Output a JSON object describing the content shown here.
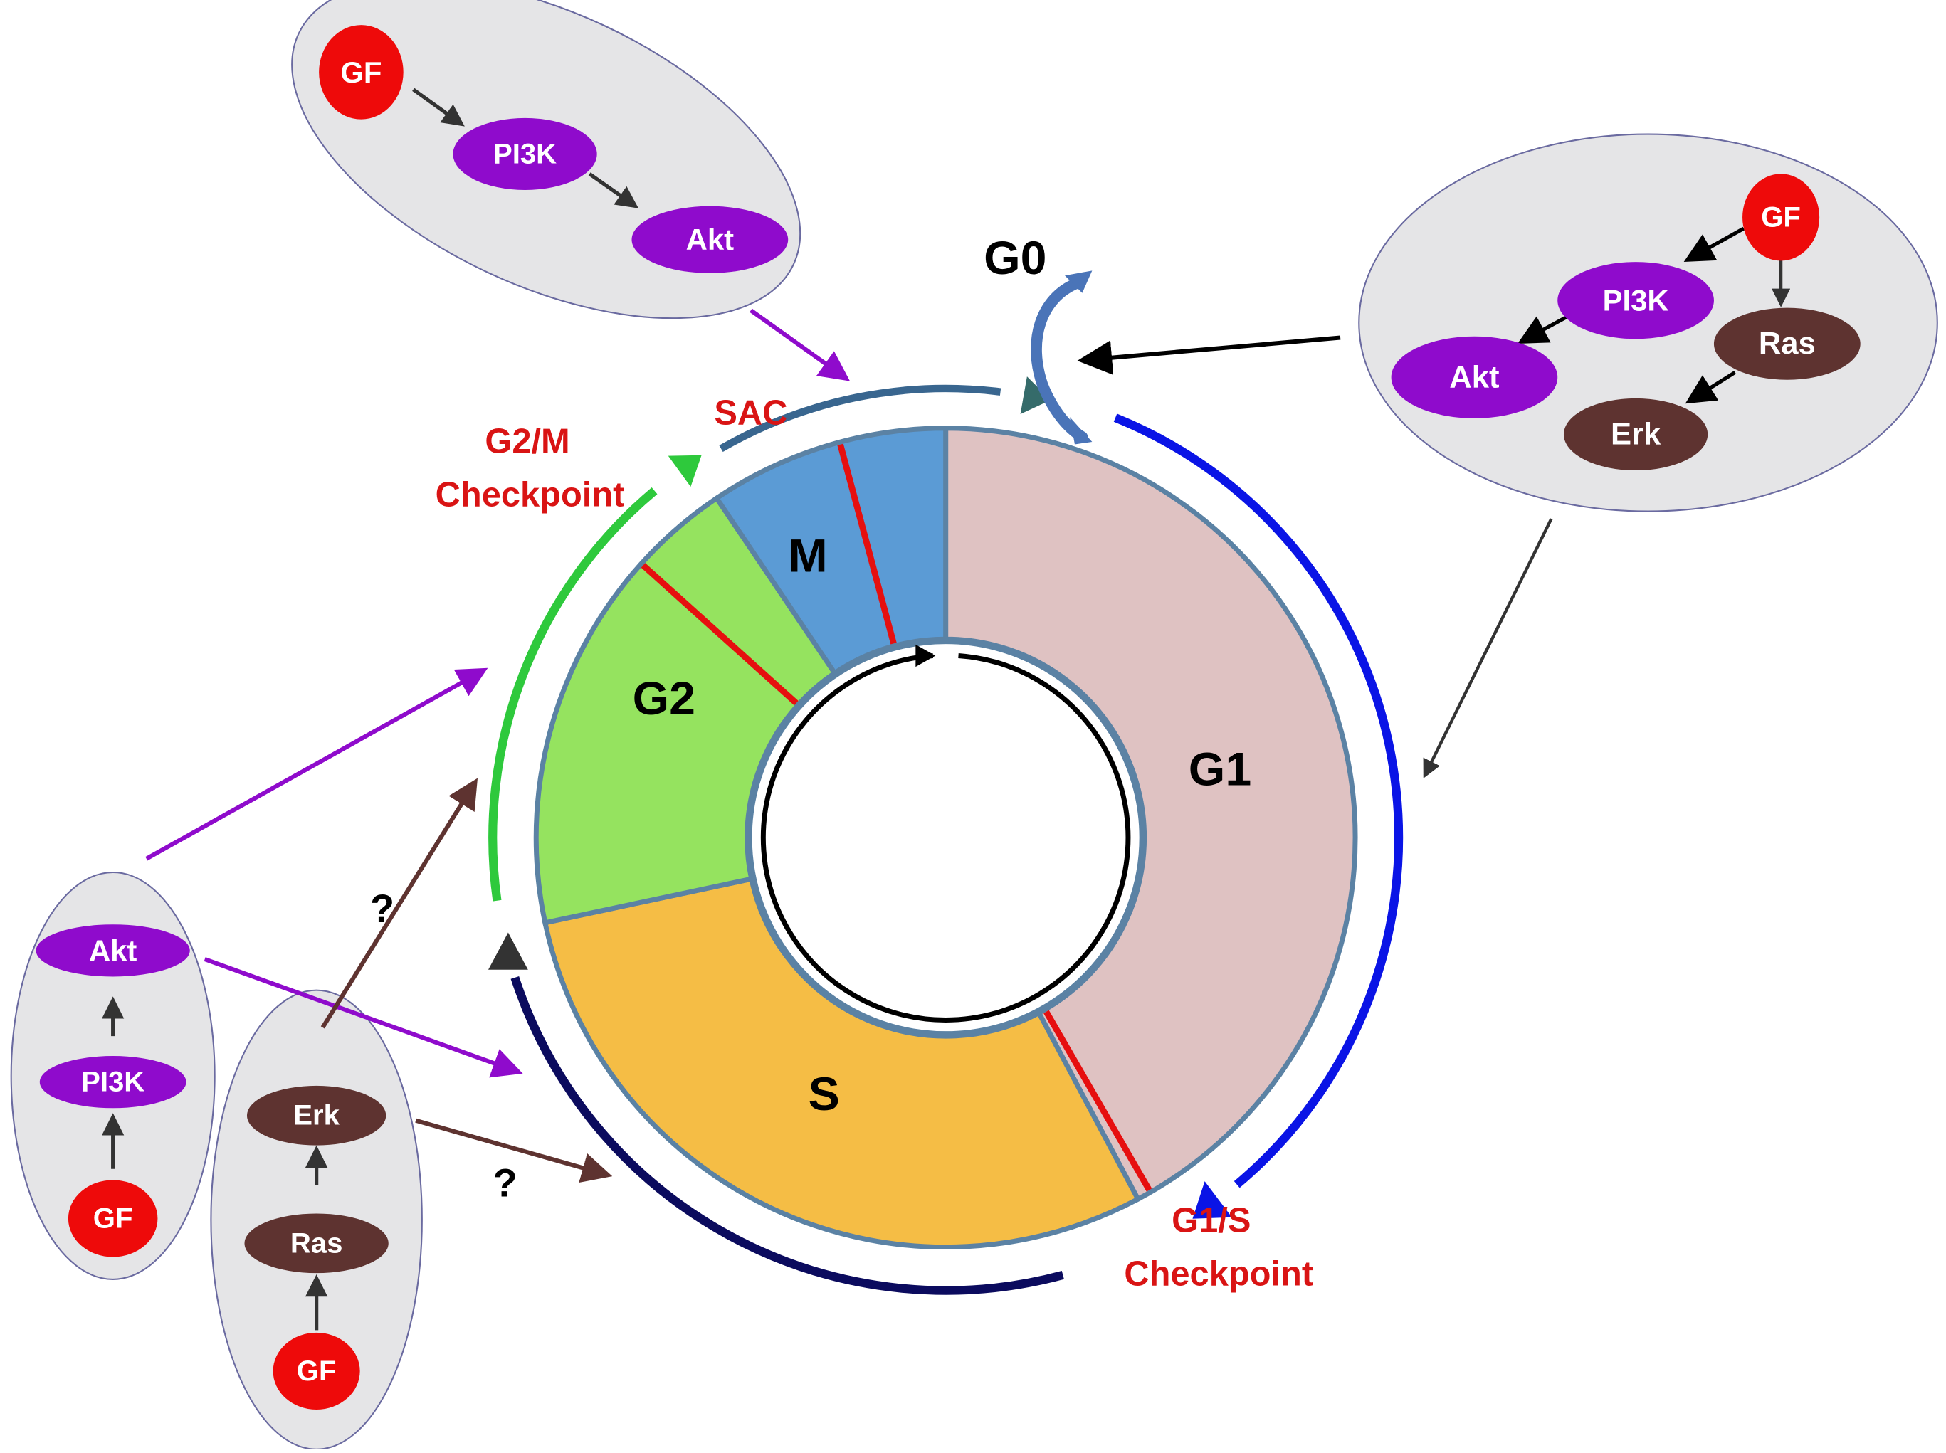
{
  "colors": {
    "gf": "#ee0a0a",
    "pi3k_akt": "#8f0bcc",
    "ras_erk": "#5e3330",
    "cluster_fill": "#e5e5e7",
    "cluster_stroke": "#6a6aa0",
    "phase_g1": "#dfc2c2",
    "phase_s": "#f5bd45",
    "phase_g2": "#95e35f",
    "phase_m": "#5b9bd5",
    "ring_stroke": "#5b82a4",
    "checkpoint_line": "#e60f0f",
    "checkpoint_label": "#d91414",
    "arrow_g1": "#0a14e6",
    "arrow_s": "#0b0b5e",
    "arrow_g2": "#2ec93c",
    "arrow_m": "#39668f",
    "arrow_m_head": "#356b6a",
    "arrow_g0": "#4a74b8",
    "arrow_black": "#000000",
    "arrow_dark": "#333333",
    "arrow_purple": "#8f0bcc",
    "arrow_brown": "#5e3330"
  },
  "phases": [
    {
      "id": "g1",
      "label": "G1"
    },
    {
      "id": "s",
      "label": "S"
    },
    {
      "id": "g2",
      "label": "G2"
    },
    {
      "id": "m",
      "label": "M"
    }
  ],
  "g0_label": "G0",
  "checkpoints": {
    "g1s": {
      "line1": "G1/S",
      "line2": "Checkpoint"
    },
    "g2m": {
      "line1": "G2/M",
      "line2": "Checkpoint"
    },
    "sac": {
      "label": "SAC"
    }
  },
  "clusters": {
    "top": {
      "nodes": [
        "GF",
        "PI3K",
        "Akt"
      ]
    },
    "right": {
      "nodes": [
        "GF",
        "PI3K",
        "Akt",
        "Ras",
        "Erk"
      ]
    },
    "left_pi3k": {
      "nodes": [
        "Akt",
        "PI3K",
        "GF"
      ]
    },
    "left_ras": {
      "nodes": [
        "Erk",
        "Ras",
        "GF"
      ]
    }
  },
  "question_marks": [
    "?",
    "?"
  ]
}
